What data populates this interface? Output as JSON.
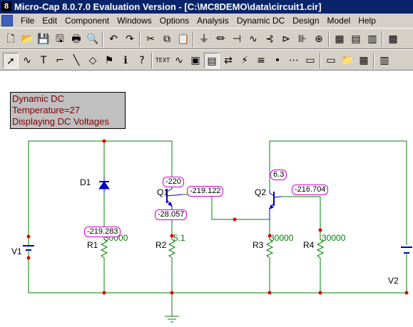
{
  "window": {
    "app_icon_glyph": "8",
    "title": "Micro-Cap 8.0.7.0 Evaluation Version - [C:\\MC8DEMO\\data\\circuit1.cir]"
  },
  "menu": [
    "File",
    "Edit",
    "Component",
    "Windows",
    "Options",
    "Analysis",
    "Dynamic DC",
    "Design",
    "Model",
    "Help"
  ],
  "toolbar1": [
    {
      "name": "new-icon",
      "glyph": "🗋"
    },
    {
      "name": "open-icon",
      "glyph": "📂"
    },
    {
      "name": "save-icon",
      "glyph": "💾"
    },
    {
      "name": "save-all-icon",
      "glyph": "🖫"
    },
    {
      "name": "print-icon",
      "glyph": "🖶"
    },
    {
      "name": "print-preview-icon",
      "glyph": "🔍"
    },
    {
      "name": "undo-icon",
      "glyph": "↶"
    },
    {
      "name": "redo-icon",
      "glyph": "↷"
    },
    {
      "name": "cut-icon",
      "glyph": "✂"
    },
    {
      "name": "copy-icon",
      "glyph": "⧉"
    },
    {
      "name": "paste-icon",
      "glyph": "📋"
    },
    {
      "name": "ground-component-icon",
      "glyph": "⏚"
    },
    {
      "name": "resistor-component-icon",
      "glyph": "⏛"
    },
    {
      "name": "capacitor-component-icon",
      "glyph": "⊣"
    },
    {
      "name": "inductor-component-icon",
      "glyph": "∿"
    },
    {
      "name": "npn-component-icon",
      "glyph": "⊰"
    },
    {
      "name": "diode-component-icon",
      "glyph": "⊳"
    },
    {
      "name": "battery-component-icon",
      "glyph": "⊪"
    },
    {
      "name": "source-component-icon",
      "glyph": "⊕"
    },
    {
      "name": "schematic-window-icon",
      "glyph": "▦"
    },
    {
      "name": "text-window-icon",
      "glyph": "▤"
    },
    {
      "name": "split-window-icon",
      "glyph": "▥"
    },
    {
      "name": "calculator-icon",
      "glyph": "▩"
    }
  ],
  "toolbar2": [
    {
      "name": "select-mode-icon",
      "glyph": "➚",
      "pressed": true
    },
    {
      "name": "component-mode-icon",
      "glyph": "∿"
    },
    {
      "name": "text-mode-icon",
      "glyph": "T"
    },
    {
      "name": "wire-mode-icon",
      "glyph": "⌐"
    },
    {
      "name": "diagonal-wire-icon",
      "glyph": "╲"
    },
    {
      "name": "graphics-mode-icon",
      "glyph": "◇"
    },
    {
      "name": "flag-mode-icon",
      "glyph": "⚑"
    },
    {
      "name": "info-mode-icon",
      "glyph": "ℹ"
    },
    {
      "name": "help-mode-icon",
      "glyph": "?"
    },
    {
      "name": "show-text-icon",
      "glyph": "TEXT"
    },
    {
      "name": "show-attributes-icon",
      "glyph": "∿"
    },
    {
      "name": "show-node-numbers-icon",
      "glyph": "▣"
    },
    {
      "name": "show-voltages-icon",
      "glyph": "▤",
      "pressed": true
    },
    {
      "name": "show-currents-icon",
      "glyph": "⇄"
    },
    {
      "name": "show-power-icon",
      "glyph": "⚡"
    },
    {
      "name": "show-conditions-icon",
      "glyph": "≡"
    },
    {
      "name": "show-pin-connections-icon",
      "glyph": "•—"
    },
    {
      "name": "grid-icon",
      "glyph": "⋯"
    },
    {
      "name": "rubberband-icon",
      "glyph": "▭"
    },
    {
      "name": "component-bar-icon",
      "glyph": "▭"
    },
    {
      "name": "properties-icon",
      "glyph": "📁"
    },
    {
      "name": "window-tile-icon",
      "glyph": "▦"
    },
    {
      "name": "window-cascade-icon",
      "glyph": "▥"
    }
  ],
  "analysis_info": [
    "Dynamic DC",
    "Temperature=27",
    "Displaying DC Voltages"
  ],
  "components": {
    "d1": "D1",
    "q1": "Q1",
    "q2": "Q2",
    "r1": "R1",
    "r2": "R2",
    "r3": "R3",
    "r4": "R4",
    "v1": "V1",
    "v2": "V2",
    "r1_value": "30000",
    "r2_value": "5.1",
    "r3_value": "30000",
    "r4_value": "30000"
  },
  "node_voltages": {
    "q1_base": "-220",
    "q1_collector": "-219.122",
    "q1_emitter": "-28.057",
    "d1_r1_node": "-219.283",
    "q2_base": "6.3",
    "q2_collector": "-216.704"
  },
  "colors": {
    "wire": "#008000",
    "component": "#0000c0",
    "node_dot": "#e00000",
    "info_text": "#800000",
    "voltage_border": "#d000d0"
  }
}
